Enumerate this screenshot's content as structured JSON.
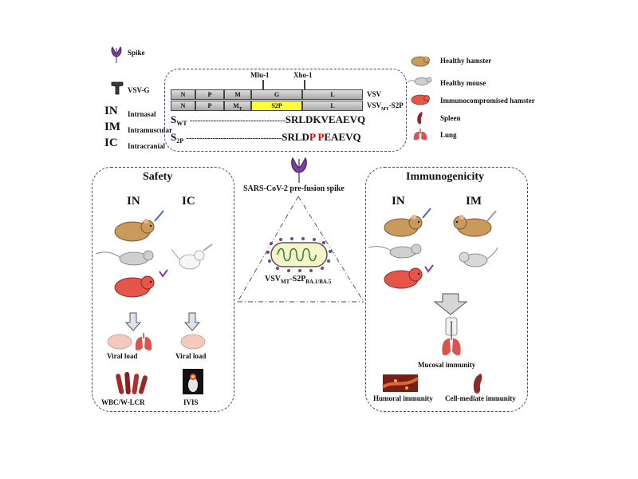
{
  "legend_left": {
    "spike": "Spike",
    "vsvg": "VSV-G",
    "abbrev": [
      {
        "abbr": "IN",
        "desc": "Intrnasal"
      },
      {
        "abbr": "IM",
        "desc": "Intramuscular"
      },
      {
        "abbr": "IC",
        "desc": "Intracranial"
      }
    ]
  },
  "legend_right": {
    "items": [
      "Healthy hamster",
      "Healthy mouse",
      "Immunocompromised hamster",
      "Spleen",
      "Lung"
    ]
  },
  "genome": {
    "site1": "Mlu-1",
    "site2": "Xho-1",
    "row1": {
      "genes": [
        "N",
        "P",
        "M",
        "G",
        "L"
      ],
      "label": "VSV"
    },
    "row2": {
      "genes": [
        "N",
        "P",
        "MT",
        "S2P",
        "L"
      ],
      "label": "VSV",
      "label_sub": "MT",
      "label_suffix": "-S2P"
    },
    "seq_wt": {
      "label": "S",
      "sub": "WT",
      "dashes": "------------------------------------",
      "text": "SRLDKVEAEVQ"
    },
    "seq_s2p": {
      "label": "S",
      "sub": "2P",
      "dashes": "------------------------------------",
      "pre": "SRLD",
      "mut1": "P",
      "gap": " ",
      "mut2": "P",
      "post": "EAEVQ"
    }
  },
  "center": {
    "spike_title": "SARS-CoV-2 pre-fusion spike",
    "vaccine_main": "VSV",
    "vaccine_sub1": "MT",
    "vaccine_mid": "-S2P",
    "vaccine_sub2": "BA.1/BA.5"
  },
  "safety": {
    "title": "Safety",
    "route_in": "IN",
    "route_ic": "IC",
    "viral_load_in": "Viral load",
    "viral_load_ic": "Viral load",
    "assay_in": "WBC/W-LCR",
    "assay_ic": "IVIS"
  },
  "immunogenicity": {
    "title": "Immunogenicity",
    "route_in": "IN",
    "route_im": "IM",
    "mucosal": "Mucosal immunity",
    "humoral": "Humoral immunity",
    "cellular": "Cell-mediate immunity"
  },
  "colors": {
    "hamster": "#c99a5b",
    "red_hamster": "#e4554a",
    "mouse": "#b8b8b8",
    "lung": "#d9534f",
    "spike_purple": "#7a3fa0",
    "box_border": "#3b4a7a",
    "s2p_yellow": "#ffff33",
    "mutation_red": "#e00000"
  }
}
